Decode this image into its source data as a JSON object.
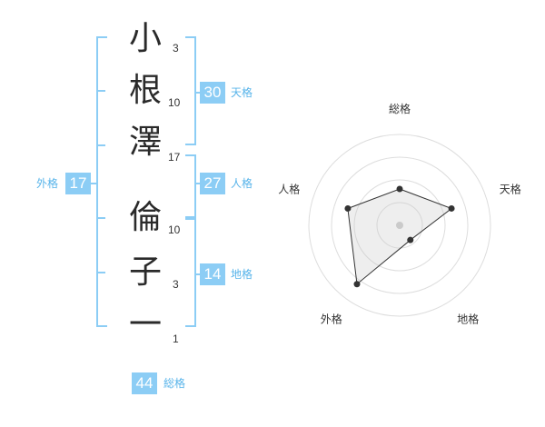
{
  "name": {
    "chars": [
      {
        "char": "小",
        "strokes": "3"
      },
      {
        "char": "根",
        "strokes": "10"
      },
      {
        "char": "澤",
        "strokes": "17"
      },
      {
        "char": "倫",
        "strokes": "10"
      },
      {
        "char": "子",
        "strokes": "3"
      },
      {
        "char": "一",
        "strokes": "1"
      }
    ]
  },
  "fortune": {
    "tenkaku": {
      "value": "30",
      "label": "天格"
    },
    "jinkaku": {
      "value": "27",
      "label": "人格"
    },
    "chikaku": {
      "value": "14",
      "label": "地格"
    },
    "gaikaku": {
      "value": "17",
      "label": "外格"
    },
    "soukaku": {
      "value": "44",
      "label": "総格"
    }
  },
  "colors": {
    "accent": "#8ccdf5",
    "accent_text": "#58b4ea"
  },
  "chart_data": {
    "type": "radar",
    "axes": [
      "総格",
      "天格",
      "地格",
      "外格",
      "人格"
    ],
    "values": [
      2,
      3,
      1,
      4,
      3
    ],
    "rlim": [
      0,
      5
    ],
    "rings": 4,
    "grid": true
  }
}
